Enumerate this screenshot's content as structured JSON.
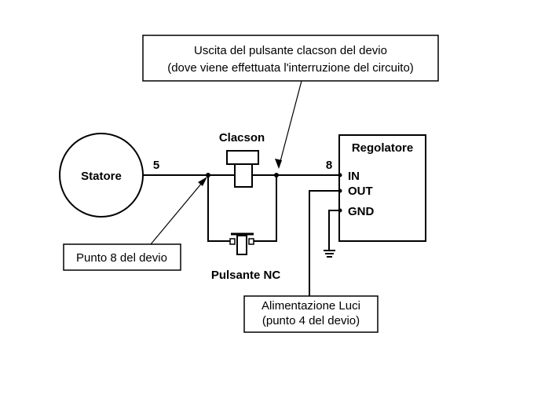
{
  "top_note": {
    "line1": "Uscita del pulsante clacson del devio",
    "line2": "(dove viene effettuata l'interruzione del circuito)"
  },
  "stator": {
    "label": "Statore"
  },
  "horn": {
    "label": "Clacson"
  },
  "regulator": {
    "label": "Regolatore",
    "pins": {
      "in": "IN",
      "out": "OUT",
      "gnd": "GND"
    }
  },
  "wire_numbers": {
    "left": "5",
    "right": "8"
  },
  "button": {
    "label": "Pulsante NC"
  },
  "point8_note": {
    "label": "Punto 8 del devio"
  },
  "lights_note": {
    "line1": "Alimentazione Luci",
    "line2": "(punto 4 del devio)"
  },
  "colors": {
    "ink": "#000000",
    "background": "#ffffff"
  }
}
